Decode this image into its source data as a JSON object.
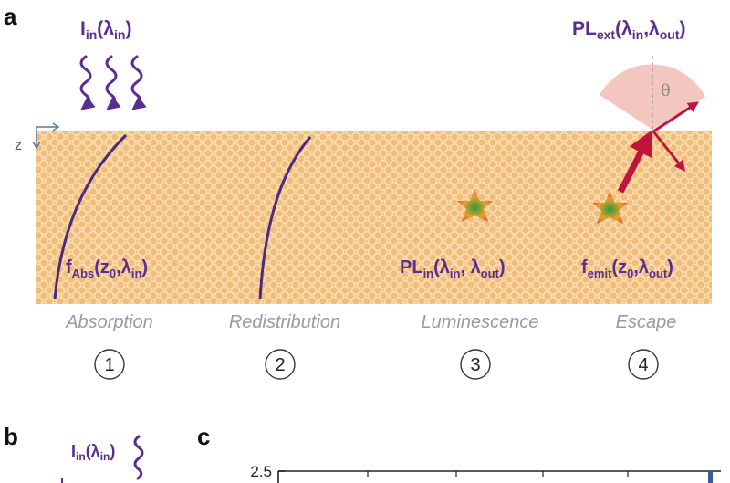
{
  "panels": {
    "a": "a",
    "b": "b",
    "c": "c"
  },
  "labels": {
    "incident": {
      "main": "I",
      "sub1": "in",
      "paren_open": "(",
      "lambda": "λ",
      "sub2": "in",
      "paren_close": ")"
    },
    "pl_ext": {
      "main": "PL",
      "sub1": "ext",
      "args_open": "(λ",
      "sub2": "in",
      "comma": ",λ",
      "sub3": "out",
      "close": ")"
    },
    "z_axis": "z",
    "theta": "θ",
    "f_abs": {
      "main": "f",
      "sub1": "Abs",
      "args_open": "(z",
      "sub2": "0",
      "comma": ",λ",
      "sub3": "in",
      "close": ")"
    },
    "pl_in": {
      "main": "PL",
      "sub1": "in",
      "args_open": "(λ",
      "sub2": "in",
      "comma": ", λ",
      "sub3": "out",
      "close": ")"
    },
    "f_emit": {
      "main": "f",
      "sub1": "emit",
      "args_open": "(z",
      "sub2": "0",
      "comma": ",λ",
      "sub3": "out",
      "close": ")"
    },
    "incident_b": {
      "main": "I",
      "sub1": "in",
      "paren_open": "(λ",
      "sub2": "in",
      "paren_close": ")"
    }
  },
  "steps": [
    {
      "name": "Absorption",
      "number": "1"
    },
    {
      "name": "Redistribution",
      "number": "2"
    },
    {
      "name": "Luminescence",
      "number": "3"
    },
    {
      "name": "Escape",
      "number": "4"
    }
  ],
  "chart_c": {
    "ytick_top": "2.5"
  },
  "colors": {
    "slab": "#f2c07c",
    "purple": "#5a2d91",
    "red_arrow": "#c0143c",
    "cone": "#f3c7c0"
  }
}
